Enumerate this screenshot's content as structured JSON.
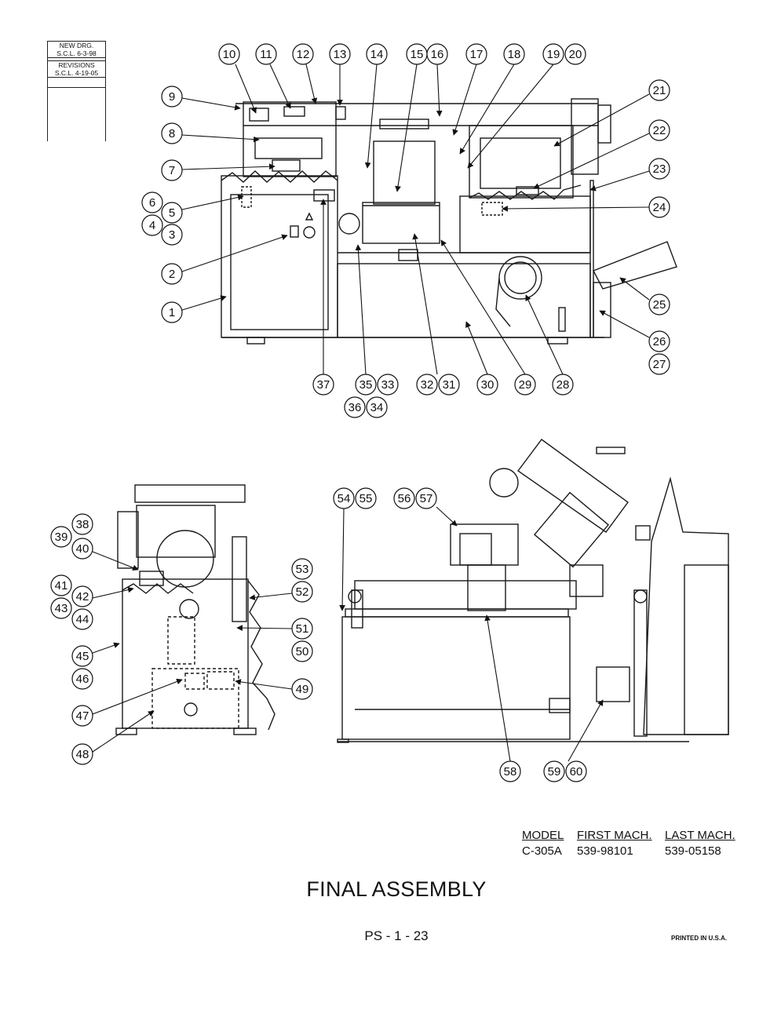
{
  "revision_block": {
    "rows": [
      {
        "line1": "NEW DRG.",
        "line2": "S.C.L. 6-3-98"
      },
      {
        "line1": "REVISIONS",
        "line2": "S.C.L. 4-19-05"
      }
    ]
  },
  "callouts": [
    "1",
    "2",
    "3",
    "4",
    "5",
    "6",
    "7",
    "8",
    "9",
    "10",
    "11",
    "12",
    "13",
    "14",
    "15",
    "16",
    "17",
    "18",
    "19",
    "20",
    "21",
    "22",
    "23",
    "24",
    "25",
    "26",
    "27",
    "28",
    "29",
    "30",
    "31",
    "32",
    "33",
    "34",
    "35",
    "36",
    "37",
    "38",
    "39",
    "40",
    "41",
    "42",
    "43",
    "44",
    "45",
    "46",
    "47",
    "48",
    "49",
    "50",
    "51",
    "52",
    "53",
    "54",
    "55",
    "56",
    "57",
    "58",
    "59",
    "60"
  ],
  "model_table": {
    "headers": [
      "MODEL",
      "FIRST MACH.",
      "LAST MACH."
    ],
    "rows": [
      [
        "C-305A",
        "539-98101",
        "539-05158"
      ]
    ]
  },
  "title": "FINAL ASSEMBLY",
  "page_number": "PS - 1 - 23",
  "printed_note": "PRINTED IN U.S.A.",
  "colors": {
    "line": "#1a1a1a",
    "paper": "#ffffff"
  }
}
